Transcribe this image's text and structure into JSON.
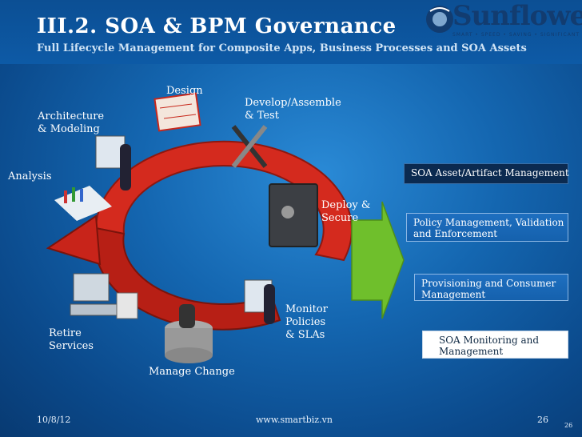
{
  "slide": {
    "title": "III.2. SOA & BPM Governance",
    "subtitle": "Full Lifecycle Management for Composite Apps, Business Processes and SOA Assets"
  },
  "logo": {
    "name": "Sunflower",
    "tagline": "SMART • SPEED • SAVING • SIGNIFICANT"
  },
  "lifecycle": {
    "analysis": "Analysis",
    "architecture_l1": "Architecture",
    "architecture_l2": "& Modeling",
    "design": "Design",
    "develop_l1": "Develop/Assemble",
    "develop_l2": "& Test",
    "deploy_l1": "Deploy &",
    "deploy_l2": "Secure",
    "monitor_l1": "Monitor",
    "monitor_l2": "Policies",
    "monitor_l3": "& SLAs",
    "manage": "Manage Change",
    "retire_l1": "Retire",
    "retire_l2": "Services"
  },
  "capabilities": {
    "asset_mgmt": "SOA Asset/Artifact Management",
    "policy_l1": "Policy Management, Validation",
    "policy_l2": "and Enforcement",
    "provisioning_l1": "Provisioning and Consumer",
    "provisioning_l2": "Management",
    "monitoring_l1": "SOA Monitoring and",
    "monitoring_l2": "Management"
  },
  "footer": {
    "date": "10/8/12",
    "url": "www.smartbiz.vn",
    "page": "26",
    "page_small": "26"
  },
  "colors": {
    "cycle": "#d42a1e",
    "arrow": "#6fbf2c",
    "background": "#1466b0"
  }
}
